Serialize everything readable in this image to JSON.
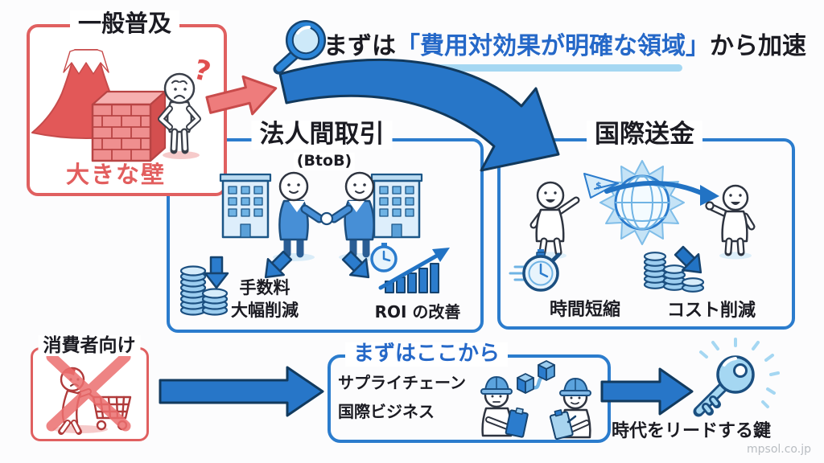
{
  "page": {
    "watermark": "mpsol.co.jp"
  },
  "colors": {
    "red": "#e25858",
    "red_arrow": "#ee7c7c",
    "blue": "#2b7ccd",
    "blue_dark": "#16436e",
    "blue_light": "#a5d7f2",
    "highlight_text": "#2568c8"
  },
  "header": {
    "prefix": "まずは",
    "highlight": "「費用対効果が明確な領域」",
    "suffix": "から加速"
  },
  "adoption_box": {
    "title": "一般普及",
    "question_mark": "?",
    "caption": "大きな壁"
  },
  "btob_box": {
    "title": "法人間取引",
    "subtitle": "(BtoB)",
    "fee_line1": "手数料",
    "fee_line2": "大幅削減",
    "roi_label": "ROI の改善"
  },
  "remittance_box": {
    "title": "国際送金",
    "time_label": "時間短縮",
    "cost_label": "コスト削減",
    "plane_currency": "$"
  },
  "consumer_box": {
    "title": "消費者向け"
  },
  "start_box": {
    "title": "まずはここから",
    "line1": "サプライチェーン",
    "line2": "国際ビジネス"
  },
  "key_note": {
    "caption": "時代をリードする鍵"
  }
}
